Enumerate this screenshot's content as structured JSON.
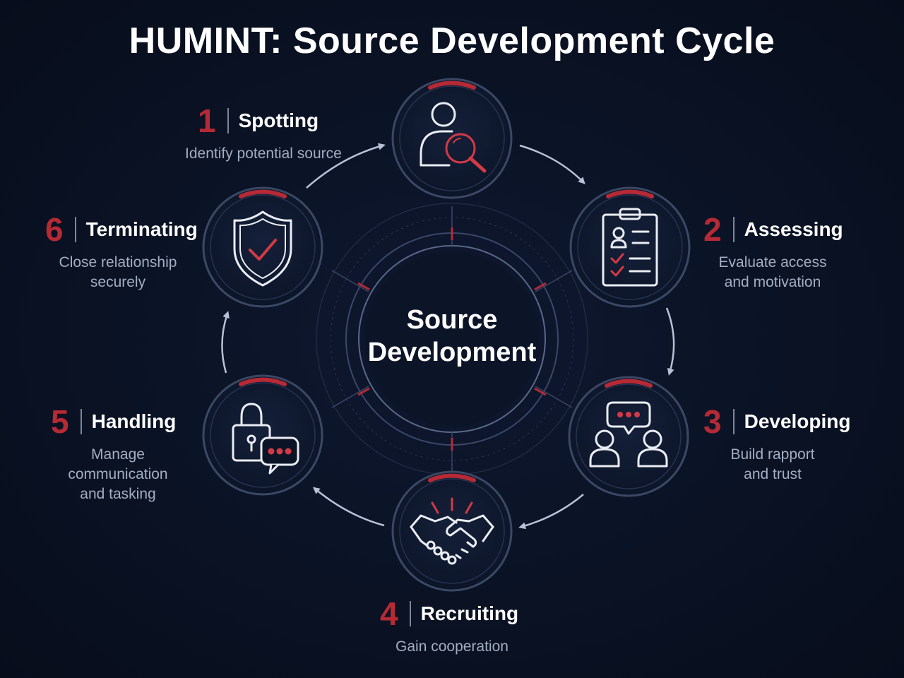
{
  "title": "HUMINT: Source Development Cycle",
  "center": {
    "line1": "Source",
    "line2": "Development"
  },
  "colors": {
    "accent": "#b52a35",
    "ring": "#2e3a55",
    "text_muted": "#a3aec2",
    "background": "#0a1224"
  },
  "steps": [
    {
      "number": "1",
      "name": "Spotting",
      "desc": [
        "Identify potential source"
      ],
      "icon": "person-search-icon"
    },
    {
      "number": "2",
      "name": "Assessing",
      "desc": [
        "Evaluate access",
        "and motivation"
      ],
      "icon": "clipboard-checklist-icon"
    },
    {
      "number": "3",
      "name": "Developing",
      "desc": [
        "Build rapport",
        "and trust"
      ],
      "icon": "conversation-icon"
    },
    {
      "number": "4",
      "name": "Recruiting",
      "desc": [
        "Gain cooperation"
      ],
      "icon": "handshake-icon"
    },
    {
      "number": "5",
      "name": "Handling",
      "desc": [
        "Manage communication",
        "and tasking"
      ],
      "icon": "lock-chat-icon"
    },
    {
      "number": "6",
      "name": "Terminating",
      "desc": [
        "Close relationship",
        "securely"
      ],
      "icon": "shield-check-icon"
    }
  ]
}
